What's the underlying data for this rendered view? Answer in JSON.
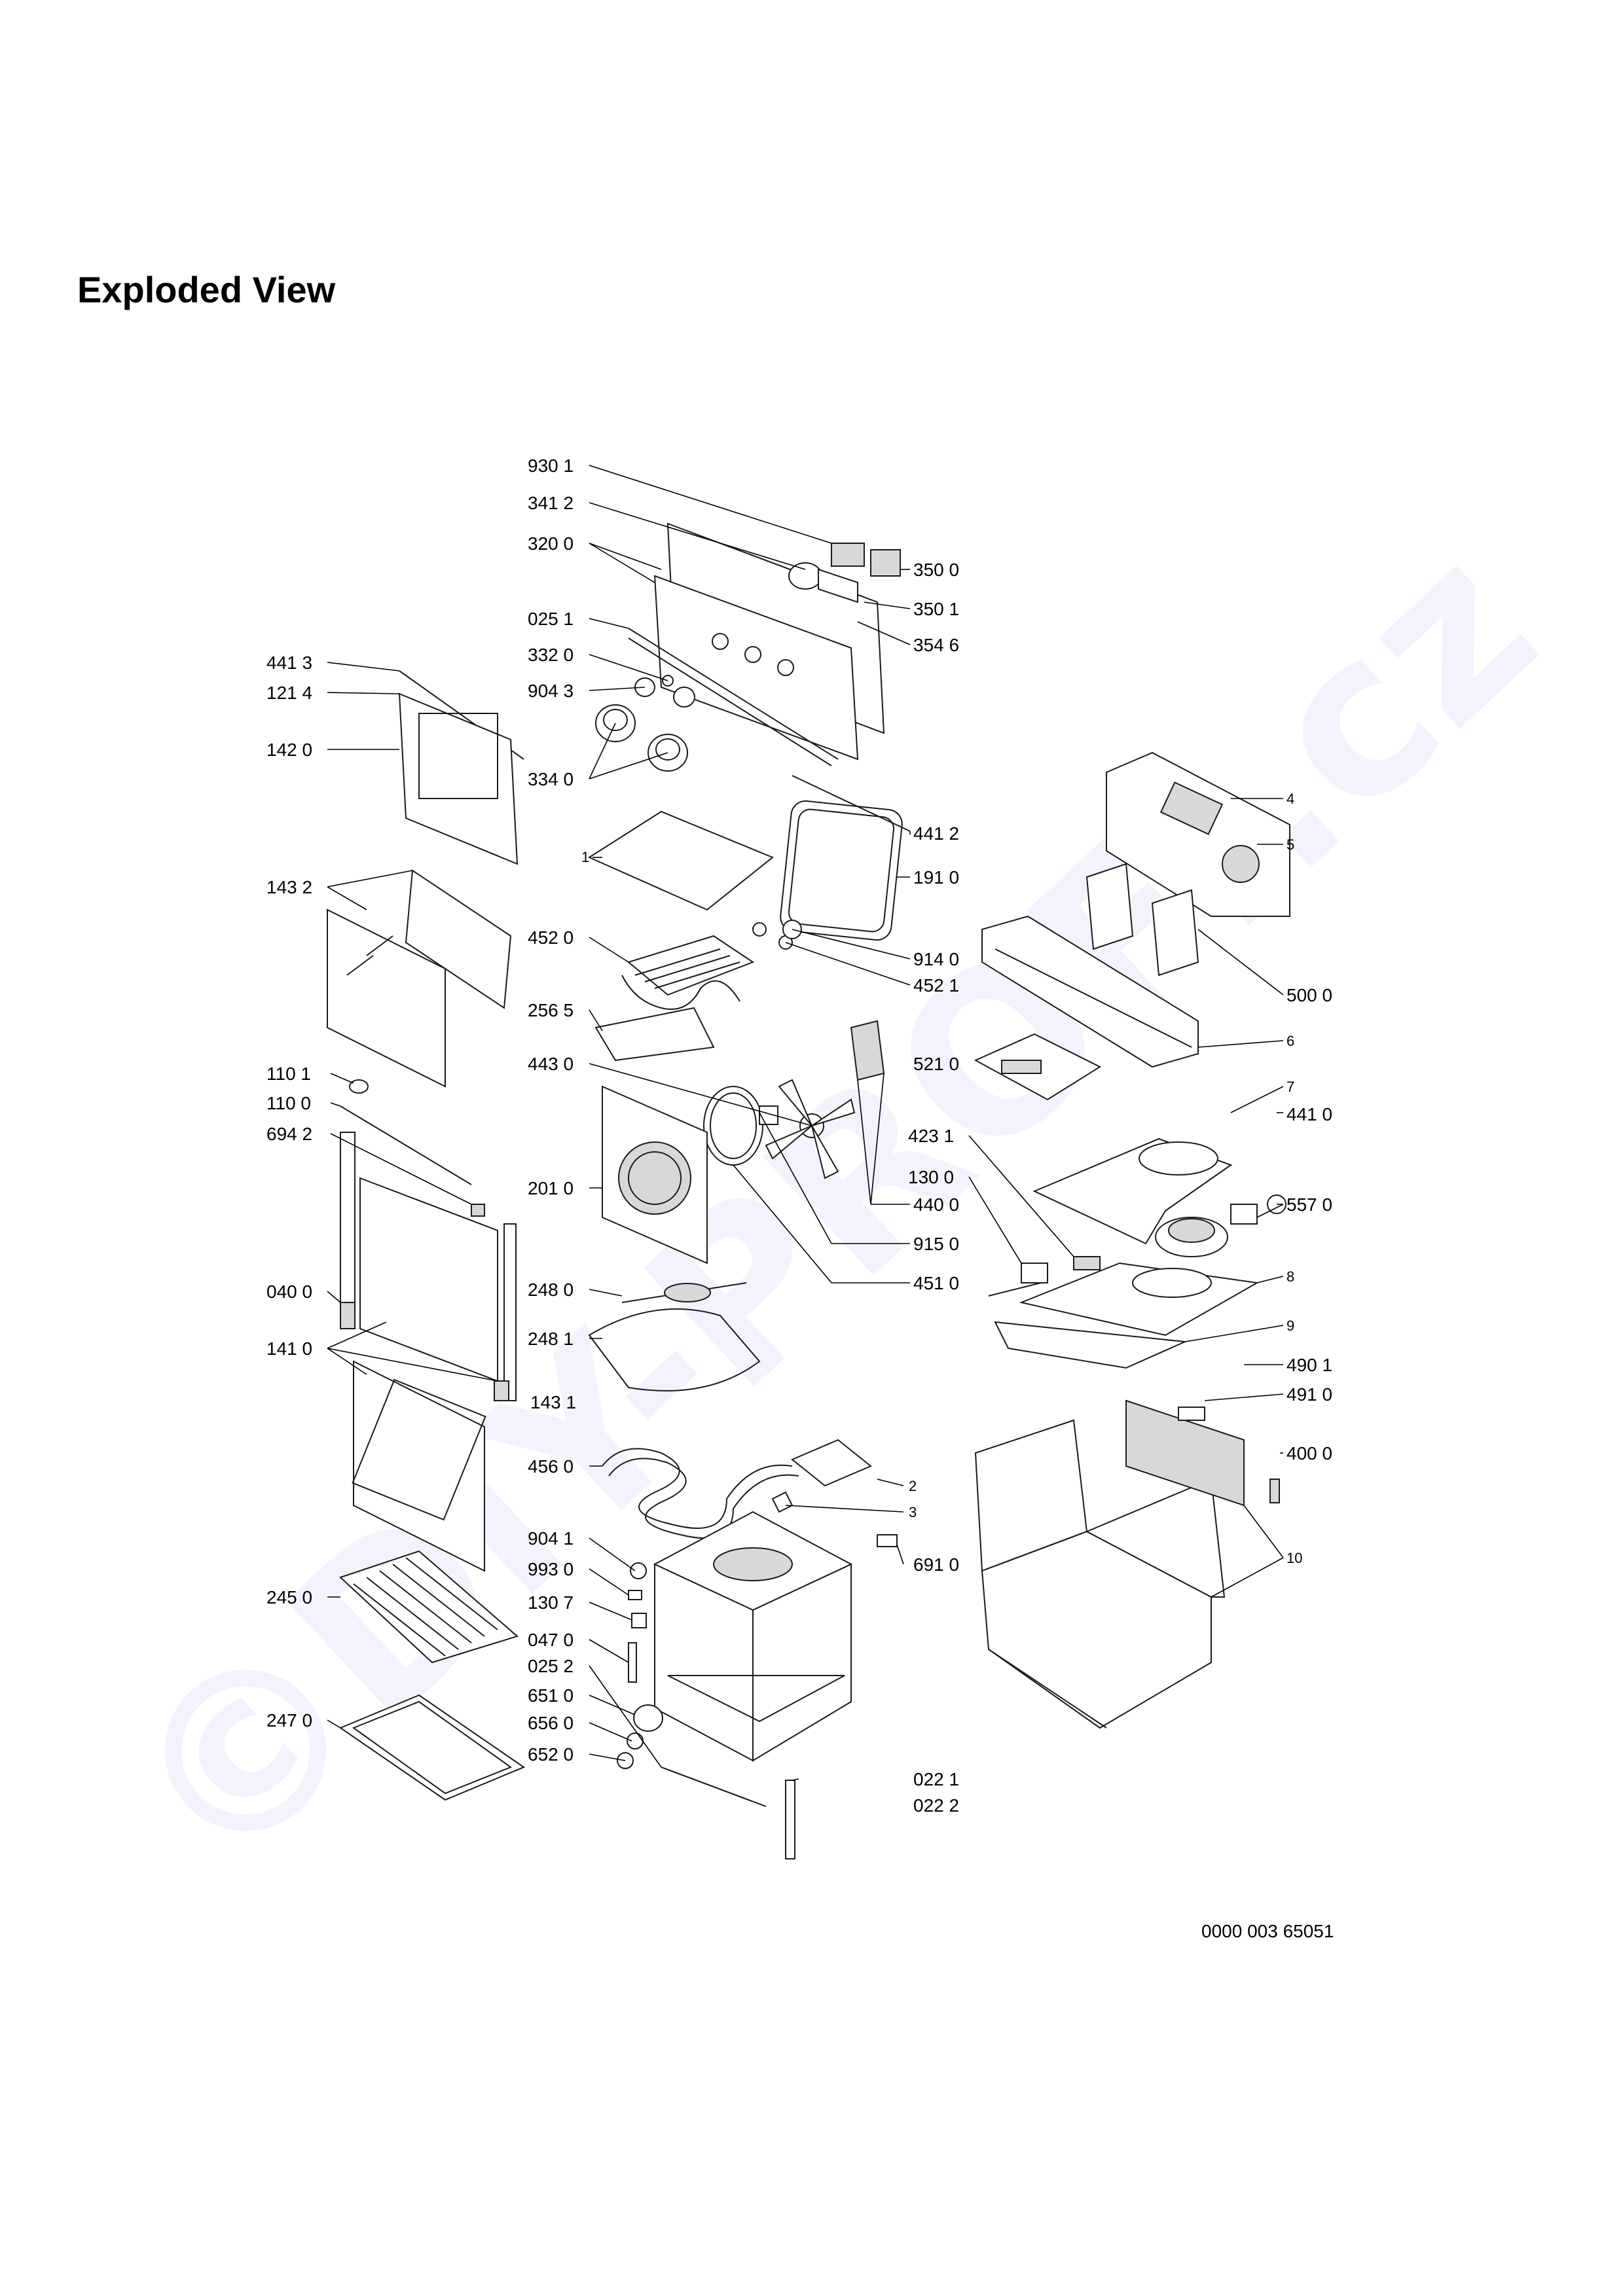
{
  "page": {
    "title": "Exploded View",
    "document_code": "0000 003 65051"
  },
  "watermark": {
    "text": "©DIY-PROFI.cz",
    "color": "#7878e6"
  },
  "callouts": [
    "930 1",
    "341 2",
    "320 0",
    "025 1",
    "332 0",
    "904 3",
    "334 0",
    "350 0",
    "350 1",
    "354 6",
    "441 3",
    "121 4",
    "142 0",
    "143 2",
    "1",
    "441 2",
    "191 0",
    "452 0",
    "914 0",
    "452 1",
    "256 5",
    "443 0",
    "521 0",
    "110 1",
    "110 0",
    "694 2",
    "201 0",
    "440 0",
    "915 0",
    "451 0",
    "040 0",
    "141 0",
    "248 0",
    "248 1",
    "143 1",
    "456 0",
    "2",
    "3",
    "904 1",
    "993 0",
    "130 7",
    "691 0",
    "047 0",
    "025 2",
    "651 0",
    "656 0",
    "652 0",
    "022 1",
    "022 2",
    "245 0",
    "247 0",
    "4",
    "5",
    "500 0",
    "6",
    "7",
    "441 0",
    "423 1",
    "130 0",
    "557 0",
    "8",
    "9",
    "490 1",
    "491 0",
    "400 0",
    "10"
  ]
}
